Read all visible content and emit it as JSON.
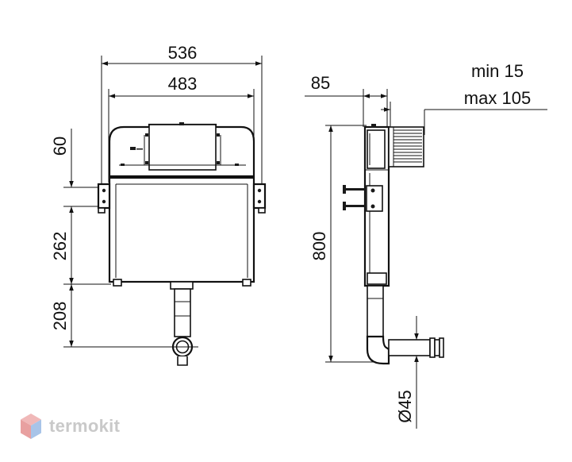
{
  "dimensions": {
    "front_outer_width": "536",
    "front_inner_width": "483",
    "top_height": "60",
    "mount_height": "262",
    "outlet_height": "208",
    "side_depth": "85",
    "side_total_height": "800",
    "adjust_min": "min 15",
    "adjust_max": "max 105",
    "pipe_diameter": "Ø45"
  },
  "watermark": {
    "brand": "termokit"
  },
  "colors": {
    "line": "#111111",
    "watermark_gray": "#c9c9c9",
    "logo_red": "#e8a0a0",
    "logo_blue": "#a8c4e8"
  }
}
